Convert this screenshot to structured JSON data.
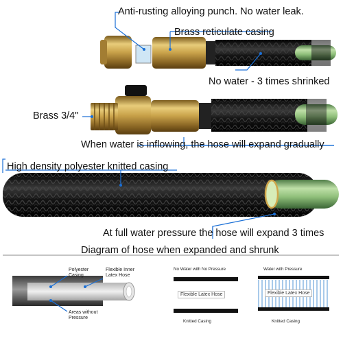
{
  "labels": {
    "anti_rusting": "Anti-rusting alloying punch. No water leak.",
    "brass_casing": "Brass reticulate casing",
    "no_water": "No water - 3 times shrinked",
    "brass_size": "Brass 3/4\"",
    "inflowing": "When water is inflowing, the hose will expand gradually",
    "high_density": "High density polyester knitted casing",
    "full_pressure": "At full water pressure the hose will expand 3 times",
    "diagram_title": "Diagram of hose when expanded and shrunk"
  },
  "cross_section": {
    "polyester_casing": "Polyester\nCasing",
    "inner_latex": "Flexible Inner\nLatex Hose",
    "areas_without_pressure": "Areas without\nPressure"
  },
  "panel_no_water": {
    "title": "No Water with No Pressure",
    "middle": "Flexible Latex Hose",
    "bottom": "Knitted Casing"
  },
  "panel_water": {
    "title": "Water with Pressure",
    "middle": "Flexible Latex Hose",
    "bottom": "Knitted Casing"
  },
  "colors": {
    "pointer_line": "#1a6fd6",
    "brass": "#c9a24a",
    "hose_black": "#1b1b1b",
    "inner_green": "#8fbf7a"
  }
}
